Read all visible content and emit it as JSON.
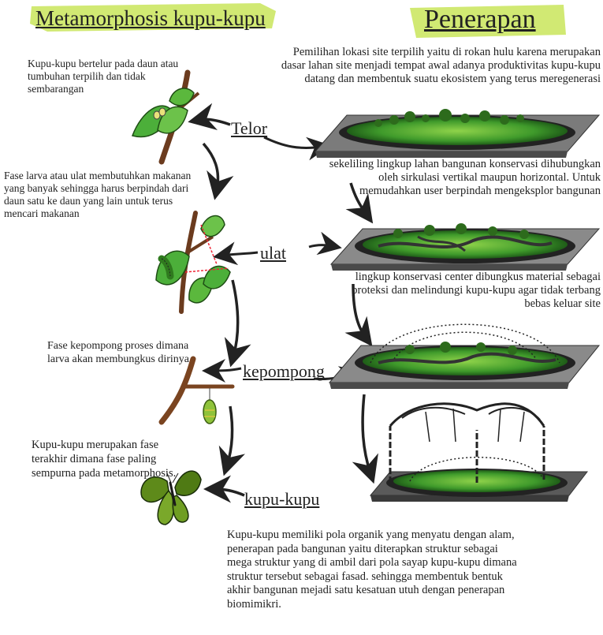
{
  "header": {
    "left_title": "Metamorphosis kupu-kupu",
    "right_title": "Penerapan",
    "accent_color": "#b8dc2a"
  },
  "stages": [
    {
      "label": "Telor",
      "description": "Kupu-kupu bertelur pada daun atau tumbuhan terpilih dan tidak sembarangan",
      "icon": "leaf-branch-with-eggs"
    },
    {
      "label": "ulat",
      "description": "Fase larva atau ulat membutuhkan makanan yang banyak sehingga harus berpindah dari daun satu ke daun yang lain untuk terus mencari makanan",
      "icon": "caterpillar-on-leaves"
    },
    {
      "label": "kepompong",
      "description": "Fase kepompong proses dimana larva akan membungkus dirinya",
      "icon": "chrysalis-on-branch"
    },
    {
      "label": "kupu-kupu",
      "description": "Kupu-kupu merupakan fase terakhir dimana fase paling sempurna pada metamorphosis.",
      "icon": "butterfly"
    }
  ],
  "applications": [
    {
      "text": "Pemilihan lokasi site terpilih yaitu di rokan hulu karena merupakan dasar lahan site menjadi tempat awal adanya produktivitas kupu-kupu datang dan membentuk suatu ekosistem yang terus meregenerasi"
    },
    {
      "text": "sekeliling lingkup lahan bangunan konservasi dihubungkan oleh sirkulasi vertikal maupun horizontal. Untuk memudahkan user berpindah mengeksplor bangunan"
    },
    {
      "text": "lingkup konservasi center dibungkus material sebagai proteksi dan melindungi kupu-kupu agar tidak terbang bebas keluar site"
    }
  ],
  "conclusion": "Kupu-kupu memiliki pola organik yang menyatu dengan alam, penerapan pada bangunan yaitu diterapkan struktur sebagai mega struktur yang di ambil dari pola sayap kupu-kupu dimana struktur tersebut sebagai fasad. sehingga membentuk bentuk akhir bangunan mejadi satu kesatuan utuh dengan penerapan biomimikri."
}
